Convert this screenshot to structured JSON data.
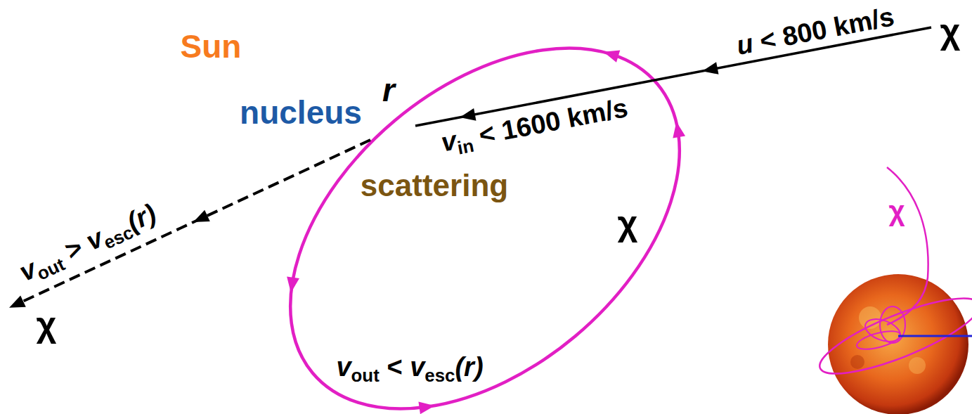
{
  "diagram": {
    "nodes": [
      {
        "text": [
          "Sun"
        ]
      },
      {
        "text": [
          "nucleus"
        ],
        "in": 0
      }
    ],
    "labels": [
      "χ",
      "u",
      "< 800 km/s",
      "r",
      "v",
      "in",
      "< 1600 km/s",
      "scattering",
      "v",
      "out",
      ">",
      "v",
      "esc",
      "(r)",
      "χ",
      "χ",
      "χ",
      "v",
      "out",
      "<",
      "v",
      "esc",
      "(r)"
    ]
  }
}
